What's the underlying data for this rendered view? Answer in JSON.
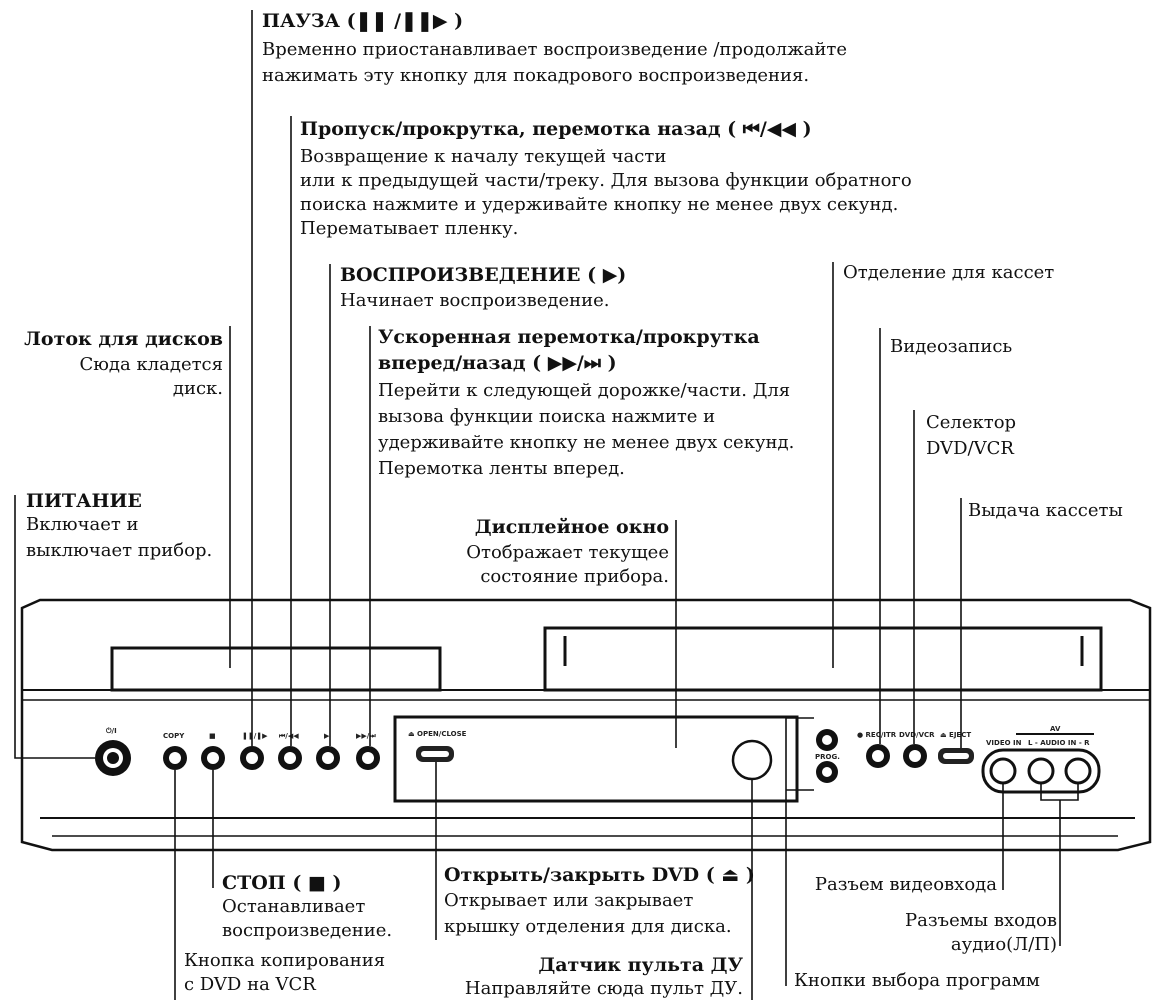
{
  "callouts": {
    "pause": {
      "title": "ПАУЗА (❚❚ /❚❚▶ )",
      "line1": "Временно приостанавливает воспроизведение /продолжайте",
      "line2": "нажимать эту кнопку для покадрового воспроизведения."
    },
    "skip_back": {
      "title": "Пропуск/прокрутка, перемотка назад ( ⏮/◀◀ )",
      "line1": "Возвращение к началу текущей части",
      "line2": "или к предыдущей части/треку. Для вызова функции обратного",
      "line3": "поиска нажмите и удерживайте кнопку не менее двух секунд.",
      "line4": "Перематывает пленку."
    },
    "play": {
      "title": "ВОСПРОИЗВЕДЕНИЕ ( ▶)",
      "line1": "Начинает воспроизведение."
    },
    "fast_forward": {
      "title1": "Ускоренная перемотка/прокрутка",
      "title2": "вперед/назад ( ▶▶/⏭ )",
      "line1": "Перейти к следующей дорожке/части. Для",
      "line2": "вызова функции поиска нажмите и",
      "line3": "удерживайте кнопку не менее двух секунд.",
      "line4": "Перемотка ленты вперед."
    },
    "disc_tray": {
      "title": "Лоток для дисков",
      "line1": "Сюда кладется",
      "line2": "диск."
    },
    "power": {
      "title": "ПИТАНИЕ",
      "line1": "Включает и",
      "line2": "выключает прибор."
    },
    "display": {
      "title": "Дисплейное окно",
      "line1": "Отображает текущее",
      "line2": "состояние прибора."
    },
    "cassette": {
      "title": "Отделение для кассет"
    },
    "record": {
      "title": "Видеозапись"
    },
    "selector": {
      "line1": "Селектор",
      "line2": "DVD/VCR"
    },
    "eject": {
      "title": "Выдача кассеты"
    },
    "stop": {
      "title": "СТОП ( ■ )",
      "line1": "Останавливает",
      "line2": "воспроизведение."
    },
    "copy": {
      "line1": "Кнопка копирования",
      "line2": "с DVD на VCR"
    },
    "open_close": {
      "title": "Открыть/закрыть DVD ( ⏏ )",
      "line1": "Открывает или закрывает",
      "line2": "крышку отделения для диска."
    },
    "remote_sensor": {
      "title": "Датчик пульта ДУ",
      "line1": "Направляйте сюда пульт ДУ."
    },
    "program_buttons": {
      "title": "Кнопки выбора программ"
    },
    "video_in_jack": {
      "title": "Разъем видеовхода"
    },
    "audio_in_jacks": {
      "line1": "Разъемы входов",
      "line2": "аудио(Л/П)"
    }
  },
  "panel_labels": {
    "power": "⏻/I",
    "copy": "COPY",
    "stop": "■",
    "pause": "❚❚/❚▶",
    "rew": "⏮/◀◀",
    "play": "▶",
    "ff": "▶▶/⏭",
    "open_close": "⏏ OPEN/CLOSE",
    "prog": "PROG.",
    "rec": "● REC/ITR",
    "dvd_vcr": "DVD/VCR",
    "eject": "⏏ EJECT",
    "av": "AV",
    "video_in": "VIDEO IN",
    "audio_in": "L - AUDIO IN - R"
  }
}
